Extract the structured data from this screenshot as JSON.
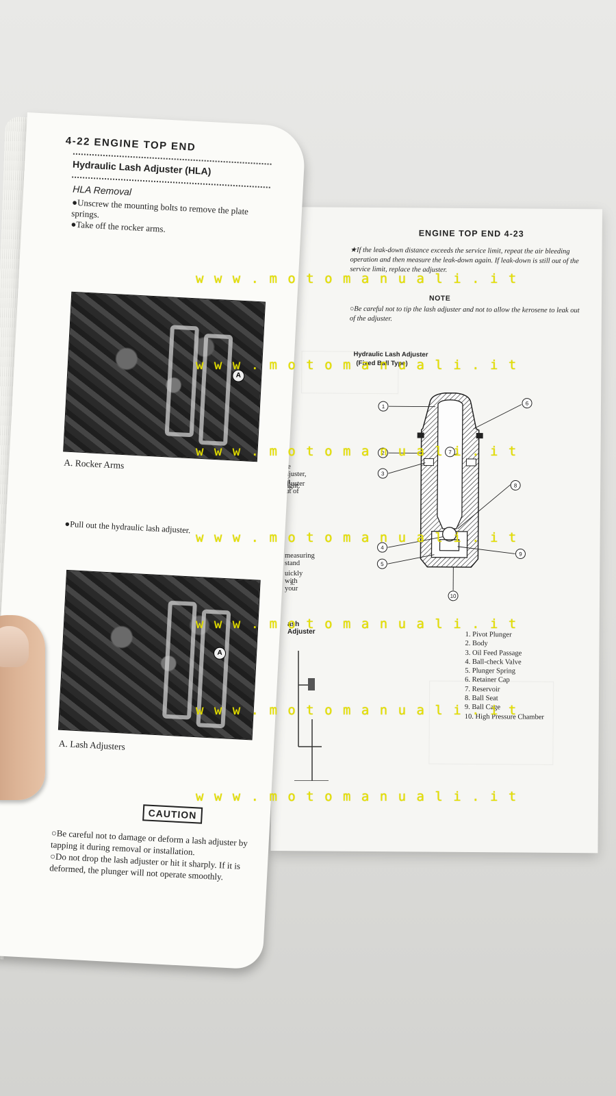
{
  "right_page": {
    "header": "ENGINE TOP END 4-23",
    "text_leak": "★If the leak-down distance exceeds the service limit, repeat the air bleeding operation and then measure the leak-down again. If leak-down is still out of the service limit, replace the adjuster.",
    "note_title": "NOTE",
    "note_text": "○Be careful not to tip the lash adjuster and not to allow the kerosene to leak out of the adjuster.",
    "figure_title": "Hydraulic Lash Adjuster",
    "figure_subtitle": "(Fixed Ball Type)",
    "diagram_callouts": [
      "1",
      "2",
      "3",
      "4",
      "5",
      "6",
      "7",
      "8",
      "9",
      "10"
    ],
    "legend": [
      "1. Pivot Plunger",
      "2. Body",
      "3. Oil Feed Passage",
      "4. Ball-check Valve",
      "5. Plunger Spring",
      "6. Retainer Cap",
      "7. Reservoir",
      "8. Ball Seat",
      "9. Ball Cage",
      "10. High Pressure Chamber"
    ]
  },
  "left_page": {
    "header": "4-22 ENGINE TOP END",
    "section_title": "Hydraulic Lash Adjuster (HLA)",
    "subsection": "HLA Removal",
    "steps": [
      "●Unscrew the mounting bolts to remove the plate springs.",
      "●Take off the rocker arms."
    ],
    "photo1_callout": "A",
    "photo1_caption": "A. Rocker Arms",
    "step3": "●Pull out the hydraulic lash adjuster.",
    "photo2_callout": "A",
    "photo2_caption": "A. Lash Adjusters",
    "caution_label": "CAUTION",
    "caution_items": [
      "○Be careful not to damage or deform a lash adjuster by tapping it during removal or installation.",
      "○Do not drop the lash adjuster or hit it sharply. If it is deformed, the plunger will not operate smoothly."
    ]
  },
  "behind_page_fragments": [
    "the adjuster, lift",
    "e adjuster out of",
    "right.",
    "measuring stand",
    "uickly with your",
    "s.",
    "ash Adjuster"
  ],
  "watermark": "w w w . m o t o m a n u a l i . i t",
  "colors": {
    "watermark": "#e5e000",
    "paper": "#f6f6f3",
    "ink": "#222222"
  }
}
